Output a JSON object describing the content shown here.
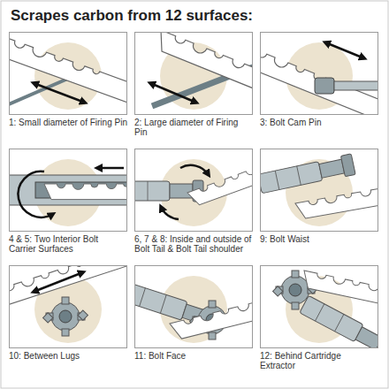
{
  "diagram": {
    "title": "Scrapes carbon from 12 surfaces:",
    "nodes": [
      {
        "text": [
          "1: Small diameter of Firing Pin"
        ]
      },
      {
        "text": [
          "2: Large diameter of Firing Pin"
        ]
      },
      {
        "text": [
          "3: Bolt Cam Pin"
        ]
      },
      {
        "text": [
          "4 & 5: Two Interior Bolt Carrier Surfaces"
        ]
      },
      {
        "text": [
          "6, 7 & 8: Inside and outside of Bolt Tail & Bolt Tail shoulder"
        ]
      },
      {
        "text": [
          "9: Bolt Waist"
        ]
      },
      {
        "text": [
          "10: Between Lugs"
        ]
      },
      {
        "text": [
          "11: Bolt Face"
        ]
      },
      {
        "text": [
          "12: Behind Cartridge Extractor"
        ]
      }
    ]
  }
}
